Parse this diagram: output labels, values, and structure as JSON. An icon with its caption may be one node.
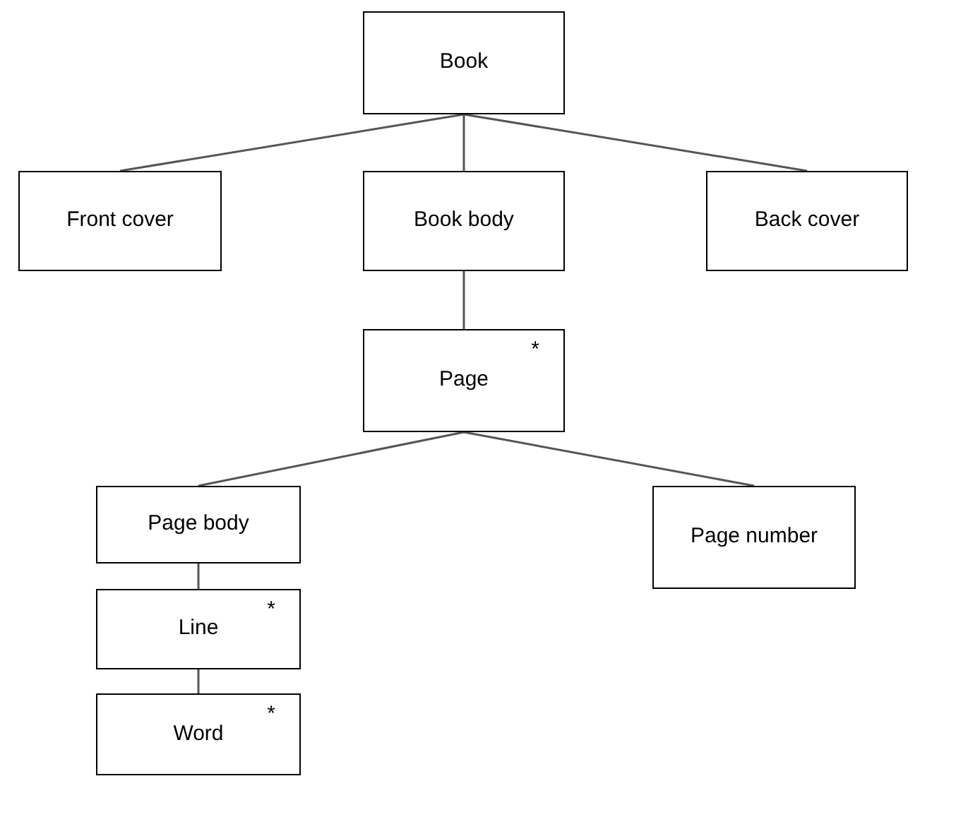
{
  "diagram": {
    "nodes": [
      {
        "text": [
          "Book"
        ]
      },
      {
        "text": [
          "Front cover"
        ]
      },
      {
        "text": [
          "Book body"
        ]
      },
      {
        "text": [
          "Back cover"
        ]
      },
      {
        "text": [
          "Page",
          "*"
        ]
      },
      {
        "text": [
          "Page body"
        ]
      },
      {
        "text": [
          "Page number"
        ]
      },
      {
        "text": [
          "Line",
          "*"
        ]
      },
      {
        "text": [
          "Word",
          "*"
        ]
      }
    ],
    "edges": [
      {
        "from": 0,
        "to": 1,
        "arrow": "none"
      },
      {
        "from": 0,
        "to": 2,
        "arrow": "none"
      },
      {
        "from": 0,
        "to": 3,
        "arrow": "none"
      },
      {
        "from": 2,
        "to": 4,
        "arrow": "none"
      },
      {
        "from": 4,
        "to": 5,
        "arrow": "none"
      },
      {
        "from": 4,
        "to": 6,
        "arrow": "none"
      },
      {
        "from": 5,
        "to": 7,
        "arrow": "none"
      },
      {
        "from": 7,
        "to": 8,
        "arrow": "none"
      }
    ]
  }
}
